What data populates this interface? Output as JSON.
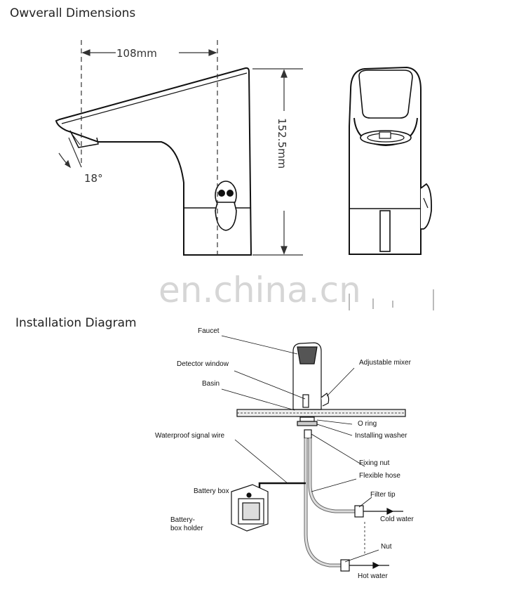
{
  "sections": {
    "dimensions_title": "Owverall Dimensions",
    "installation_title": "Installation Diagram"
  },
  "dimensions": {
    "width": "108mm",
    "height": "152.5mm",
    "angle": "18°"
  },
  "watermark": "en.china.cn",
  "labels": {
    "faucet": "Faucet",
    "detector_window": "Detector window",
    "basin": "Basin",
    "waterproof_signal_wire": "Waterproof signal wire",
    "battery_box": "Battery box",
    "battery_box_holder_1": "Battery-",
    "battery_box_holder_2": "box holder",
    "adjustable_mixer": "Adjustable mixer",
    "o_ring": "O ring",
    "installing_washer": "Installing  washer",
    "fixing_nut": "Fixing nut",
    "flexible_hose": "Flexible hose",
    "filter_tip": "Filter tip",
    "cold_water": "Cold water",
    "nut": "Nut",
    "hot_water": "Hot water"
  }
}
